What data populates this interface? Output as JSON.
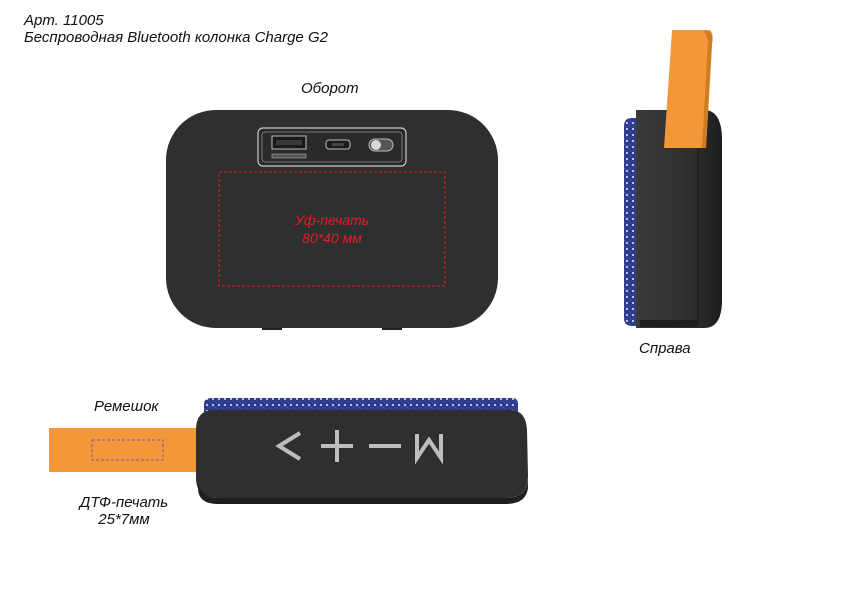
{
  "header": {
    "article": "Арт. 11005",
    "product": "Беспроводная Bluetooth колонка Charge G2"
  },
  "views": {
    "back": {
      "label": "Оборот",
      "print_area": {
        "line1": "Уф-печать",
        "line2": "80*40 мм"
      }
    },
    "right": {
      "label": "Справа"
    },
    "strap": {
      "label": "Ремешок",
      "print_area": {
        "line1": "ДТФ-печать",
        "line2": "25*7мм"
      }
    }
  },
  "buttons": [
    "<",
    "+",
    "−",
    "M"
  ],
  "colors": {
    "body": "#2f2f2f",
    "body_dark": "#232323",
    "strap": "#f3983a",
    "fabric": "#2e3a8c",
    "print_outline": "#e41e26",
    "icon": "#bdbdbd"
  }
}
